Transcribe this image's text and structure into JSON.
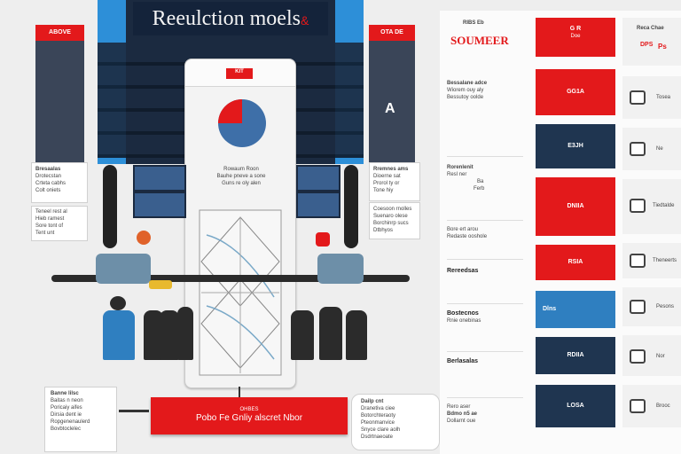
{
  "header": {
    "title": "Reeulction moels",
    "title_suffix": "&"
  },
  "left_tags": {
    "left": "ABOVE",
    "right": "OTA DE"
  },
  "center": {
    "top_tag": "KIT",
    "chart_labels": [
      "Rowaum Roon",
      "Bauhe pneve a sone",
      "Guns re oly alen"
    ],
    "corner_letter": "A"
  },
  "left_notes": [
    {
      "lines": [
        "Bresaalas",
        "Drotecstan",
        "Crteta cabhs",
        "Colt oniets"
      ]
    },
    {
      "lines": [
        "Teneel rest al",
        "Hieb ramest",
        "Sore tont of",
        "Tent unt"
      ]
    }
  ],
  "right_notes": [
    {
      "lines": [
        "Rremnes ams",
        "Dioerne sat",
        "Prorol ty or",
        "Tone hiy"
      ]
    },
    {
      "lines": [
        "Coesoon rnolles",
        "Suenaro olese",
        "Borchinrp sucs",
        "Dtbhyos"
      ]
    }
  ],
  "bottom": {
    "left_note": [
      "Banne lilsc",
      "Baitas n neon",
      "Poricaiy aifes",
      "Dirsia dent ie",
      "Ropgenenaulerd",
      "Bovbtoclelec"
    ],
    "red_banner_top": "OHBES",
    "red_banner_main": "Pobo Fe Gnliy alscret Nbor",
    "right_note": [
      "Dailp cnt",
      "Dranetiva ciee",
      "Botorchteraoty",
      "Pteonmanvice",
      "Snyce clare aolh",
      "Dsdrtnaeoate"
    ]
  },
  "right_panel": {
    "col1_header": "RIBS Eb",
    "col1_title": "SOUMEER",
    "col1_rows": [
      {
        "lines": [
          "Bessalane adce",
          "Wiorem ouy aly",
          "Bessutoy oolde"
        ]
      },
      {
        "lines": [
          "Rorenlenit",
          "Resl ner",
          "Ba",
          "Ferb"
        ]
      },
      {
        "lines": [
          "Bore ert arou",
          "Redaste ooshole"
        ]
      },
      {
        "lines": [
          "Rereedsas"
        ]
      },
      {
        "lines": [
          "Bostecnos",
          "Rnie onebinas"
        ]
      },
      {
        "lines": [
          "Berlasalas"
        ]
      },
      {
        "lines": [
          "Rero aser",
          "Bdmo n5 ae",
          "Dollarnt oue"
        ]
      }
    ],
    "col2_header": "G R",
    "col2_header_sub": "Doe",
    "col2_blocks": [
      "GG1A",
      "E3JH",
      "DNIIA",
      "RSIA",
      "Dlns",
      "RDIIA",
      "LOSA"
    ],
    "col3_header": "Reca Chae",
    "col3_header_sub": "DPS",
    "col3_label": "Ps",
    "col3_rows": [
      "Tosea",
      "Ne",
      "Tiedtalde",
      "Theneerts",
      "Pesons",
      "Nor",
      "Brooc"
    ]
  },
  "colors": {
    "red": "#e3191b",
    "navy": "#1f3550",
    "blue": "#2f7fc0",
    "light_blue": "#4aa6dd"
  }
}
